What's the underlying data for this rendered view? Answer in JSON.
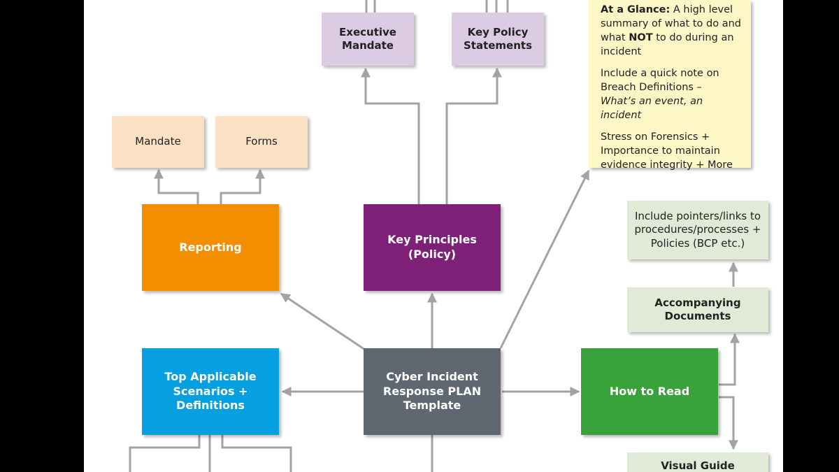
{
  "colors": {
    "connector": "#a3a3a3",
    "lilac": "#dccbe2",
    "peach": "#fae1c4",
    "pale_green": "#e1ead6",
    "note_yellow": "#fdf6c7",
    "orange": "#f28e00",
    "purple": "#7e1f78",
    "blue": "#069fe0",
    "slate": "#5f6870",
    "green": "#3aa23b"
  },
  "nodes": {
    "executive_mandate": [
      "Executive",
      "Mandate"
    ],
    "key_policy_statements": [
      "Key Policy",
      "Statements"
    ],
    "mandate": [
      "Mandate"
    ],
    "forms": [
      "Forms"
    ],
    "reporting": [
      "Reporting"
    ],
    "key_principles": [
      "Key Principles",
      "(Policy)"
    ],
    "top_scenarios": [
      "Top Applicable",
      "Scenarios +",
      "Definitions"
    ],
    "cyber_incident_plan": [
      "Cyber Incident",
      "Response PLAN",
      "Template"
    ],
    "how_to_read": [
      "How to Read"
    ],
    "accompanying_documents": [
      "Accompanying",
      "Documents"
    ],
    "pointers_links": [
      "Include pointers/links to",
      "procedures/processes +",
      "Policies (BCP etc.)"
    ],
    "visual_guide": [
      "Visual Guide"
    ]
  },
  "at_a_glance": {
    "heading": "At a Glance:",
    "text_1": " A high level summary of what to do and what ",
    "emphasis": "NOT",
    "text_2": " to do during an incident",
    "breach_line": "Include a quick note on Breach Definitions –",
    "breach_italic": "What’s an event, an incident",
    "forensics": "Stress on Forensics + Importance to maintain evidence integrity + More"
  }
}
